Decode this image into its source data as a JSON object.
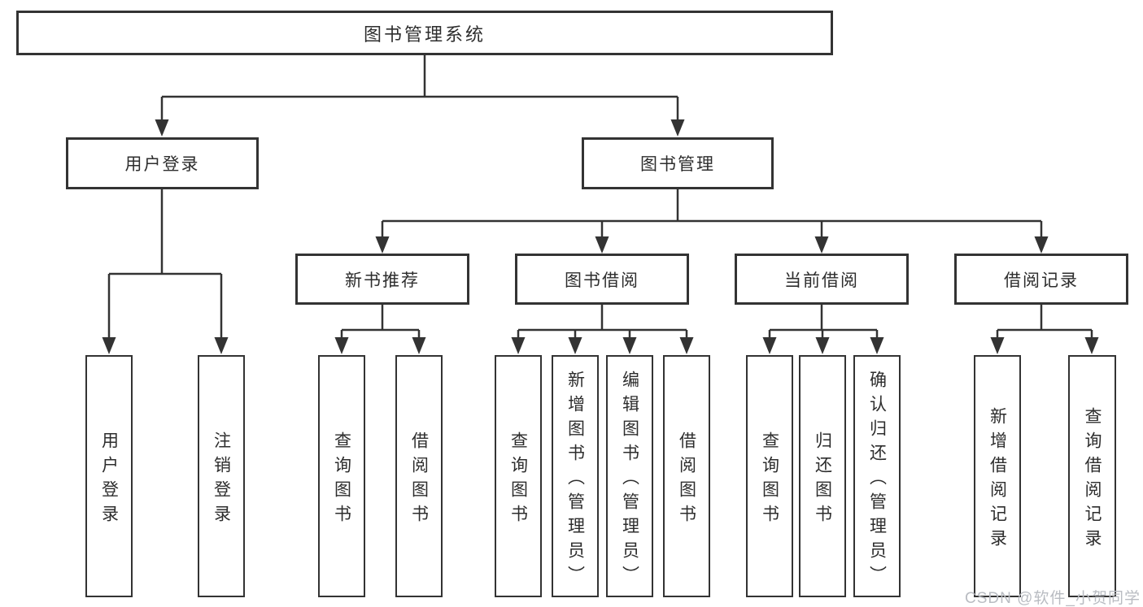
{
  "tree": {
    "label": "图书管理系统",
    "children": [
      {
        "label": "用户登录",
        "children": [
          {
            "label": "用户登录"
          },
          {
            "label": "注销登录"
          }
        ]
      },
      {
        "label": "图书管理",
        "children": [
          {
            "label": "新书推荐",
            "children": [
              {
                "label": "查询图书"
              },
              {
                "label": "借阅图书"
              }
            ]
          },
          {
            "label": "图书借阅",
            "children": [
              {
                "label": "查询图书"
              },
              {
                "label": "新增图书（管理员）"
              },
              {
                "label": "编辑图书（管理员）"
              },
              {
                "label": "借阅图书"
              }
            ]
          },
          {
            "label": "当前借阅",
            "children": [
              {
                "label": "查询图书"
              },
              {
                "label": "归还图书"
              },
              {
                "label": "确认归还（管理员）"
              }
            ]
          },
          {
            "label": "借阅记录",
            "children": [
              {
                "label": "新增借阅记录"
              },
              {
                "label": "查询借阅记录"
              }
            ]
          }
        ]
      }
    ]
  },
  "watermark": {
    "text": "CSDN @软件_小贺同学"
  },
  "colors": {
    "line": "#333333",
    "text": "#2d2d2d",
    "watermark": "#b9bcc2",
    "background": "#ffffff"
  }
}
